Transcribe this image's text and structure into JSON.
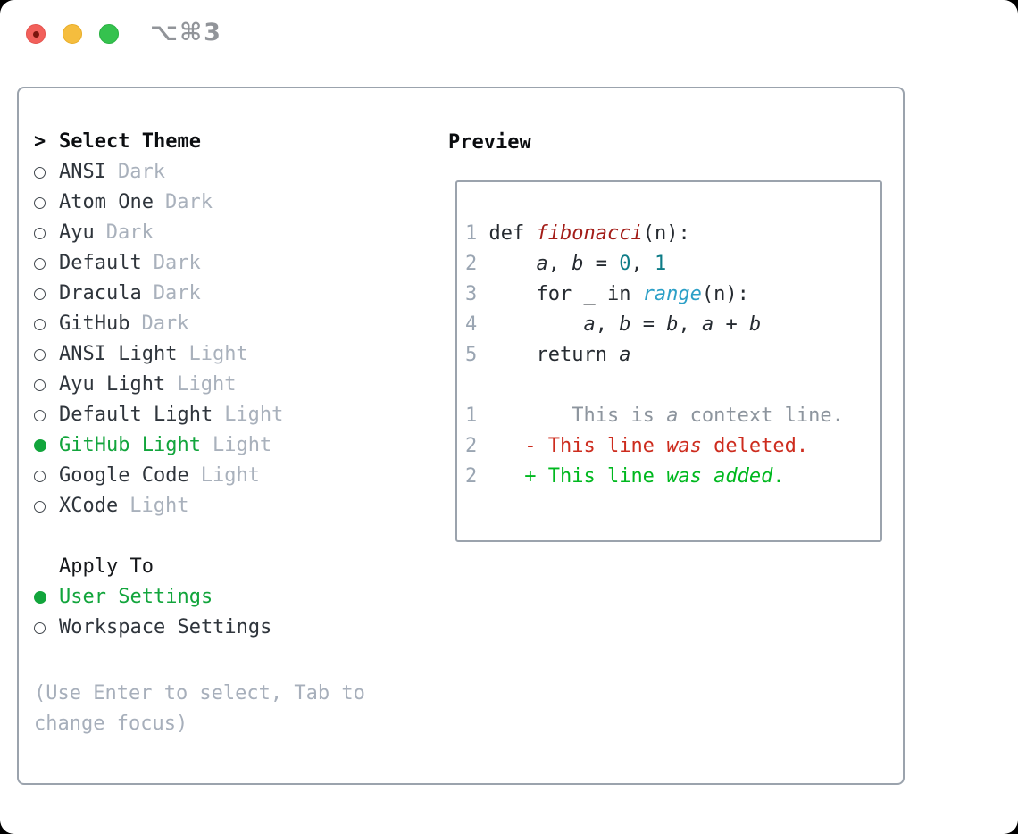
{
  "titlebar": {
    "shortcut": "⌥⌘3",
    "traffic_colors": {
      "close": "#f2605b",
      "close_dot": "#7c150d",
      "minimize": "#f5bd3e",
      "zoom": "#35c24e"
    }
  },
  "left": {
    "header_marker": ">",
    "header": "Select Theme",
    "themes": [
      {
        "name": "ANSI",
        "tag": "Dark",
        "selected": false
      },
      {
        "name": "Atom One",
        "tag": "Dark",
        "selected": false
      },
      {
        "name": "Ayu",
        "tag": "Dark",
        "selected": false
      },
      {
        "name": "Default",
        "tag": "Dark",
        "selected": false
      },
      {
        "name": "Dracula",
        "tag": "Dark",
        "selected": false
      },
      {
        "name": "GitHub",
        "tag": "Dark",
        "selected": false
      },
      {
        "name": "ANSI Light",
        "tag": "Light",
        "selected": false
      },
      {
        "name": "Ayu Light",
        "tag": "Light",
        "selected": false
      },
      {
        "name": "Default Light",
        "tag": "Light",
        "selected": false
      },
      {
        "name": "GitHub Light",
        "tag": "Light",
        "selected": true
      },
      {
        "name": "Google Code",
        "tag": "Light",
        "selected": false
      },
      {
        "name": "XCode",
        "tag": "Light",
        "selected": false
      }
    ],
    "apply_to": {
      "label": "Apply To",
      "options": [
        {
          "name": "User Settings",
          "selected": true
        },
        {
          "name": "Workspace Settings",
          "selected": false
        }
      ]
    },
    "help": "(Use Enter to select, Tab to change focus)"
  },
  "preview": {
    "title": "Preview",
    "lines": [
      {
        "kind": "code",
        "segs": [
          [
            "ln",
            "1 "
          ],
          [
            "plain",
            "def "
          ],
          [
            "func",
            "fibonacci"
          ],
          [
            "plain",
            "(n):"
          ]
        ]
      },
      {
        "kind": "code",
        "segs": [
          [
            "ln",
            "2 "
          ],
          [
            "plain",
            "    "
          ],
          [
            "var",
            "a"
          ],
          [
            "plain",
            ", "
          ],
          [
            "var",
            "b"
          ],
          [
            "plain",
            " = "
          ],
          [
            "num",
            "0"
          ],
          [
            "plain",
            ", "
          ],
          [
            "num",
            "1"
          ]
        ]
      },
      {
        "kind": "code",
        "segs": [
          [
            "ln",
            "3 "
          ],
          [
            "plain",
            "    for _ in "
          ],
          [
            "call",
            "range"
          ],
          [
            "plain",
            "(n):"
          ]
        ]
      },
      {
        "kind": "code",
        "segs": [
          [
            "ln",
            "4 "
          ],
          [
            "plain",
            "        "
          ],
          [
            "var",
            "a"
          ],
          [
            "plain",
            ", "
          ],
          [
            "var",
            "b"
          ],
          [
            "plain",
            " = "
          ],
          [
            "var",
            "b"
          ],
          [
            "plain",
            ", "
          ],
          [
            "var",
            "a"
          ],
          [
            "plain",
            " + "
          ],
          [
            "var",
            "b"
          ]
        ]
      },
      {
        "kind": "code",
        "segs": [
          [
            "ln",
            "5 "
          ],
          [
            "plain",
            "    return "
          ],
          [
            "var",
            "a"
          ]
        ]
      },
      {
        "kind": "blank",
        "segs": []
      },
      {
        "kind": "diff-context",
        "segs": [
          [
            "ln",
            "1 "
          ],
          [
            "ctx",
            "       This is "
          ],
          [
            "ctxi",
            "a"
          ],
          [
            "ctx",
            " context line."
          ]
        ]
      },
      {
        "kind": "diff-deleted",
        "segs": [
          [
            "ln",
            "2 "
          ],
          [
            "del",
            "   - This line "
          ],
          [
            "deli",
            "was"
          ],
          [
            "del",
            " deleted."
          ]
        ]
      },
      {
        "kind": "diff-added",
        "segs": [
          [
            "ln",
            "2 "
          ],
          [
            "add",
            "   + This line "
          ],
          [
            "addi",
            "was added"
          ],
          [
            "add",
            "."
          ]
        ]
      }
    ]
  },
  "colors": {
    "window_bg": "#ffffff",
    "panel_border": "#9ba3ad",
    "header_text": "#0b0d10",
    "theme_name": "#2f353c",
    "variant_tag": "#a9b1bc",
    "selected_green": "#12a53c",
    "help_text": "#a7afbb",
    "code_text": "#262b31",
    "line_number": "#9aa5b2",
    "function_red": "#a31d18",
    "number_teal": "#0e7c87",
    "call_blue": "#2b9fc7",
    "context_gray": "#8d959e",
    "deleted_red": "#cd2c1e",
    "added_green": "#00b81f",
    "shortcut_gray": "#919499"
  }
}
